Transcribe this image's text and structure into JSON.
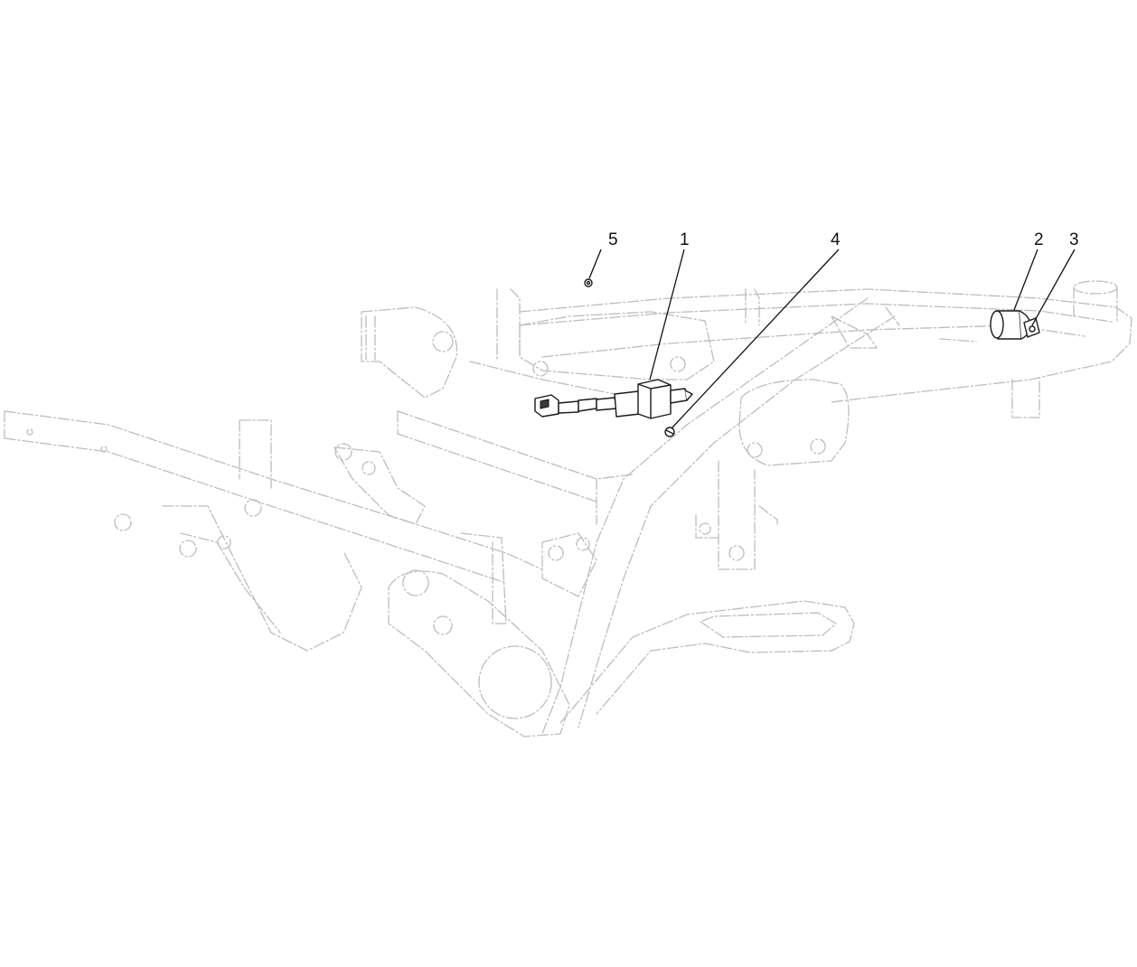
{
  "callouts": [
    {
      "id": "callout-5",
      "label": "5"
    },
    {
      "id": "callout-1",
      "label": "1"
    },
    {
      "id": "callout-4",
      "label": "4"
    },
    {
      "id": "callout-2",
      "label": "2"
    },
    {
      "id": "callout-3",
      "label": "3"
    }
  ],
  "colors": {
    "background": "#ffffff",
    "frame_phantom_lines": "#bdbdbd",
    "highlighted_parts": "#1a1a1a"
  }
}
